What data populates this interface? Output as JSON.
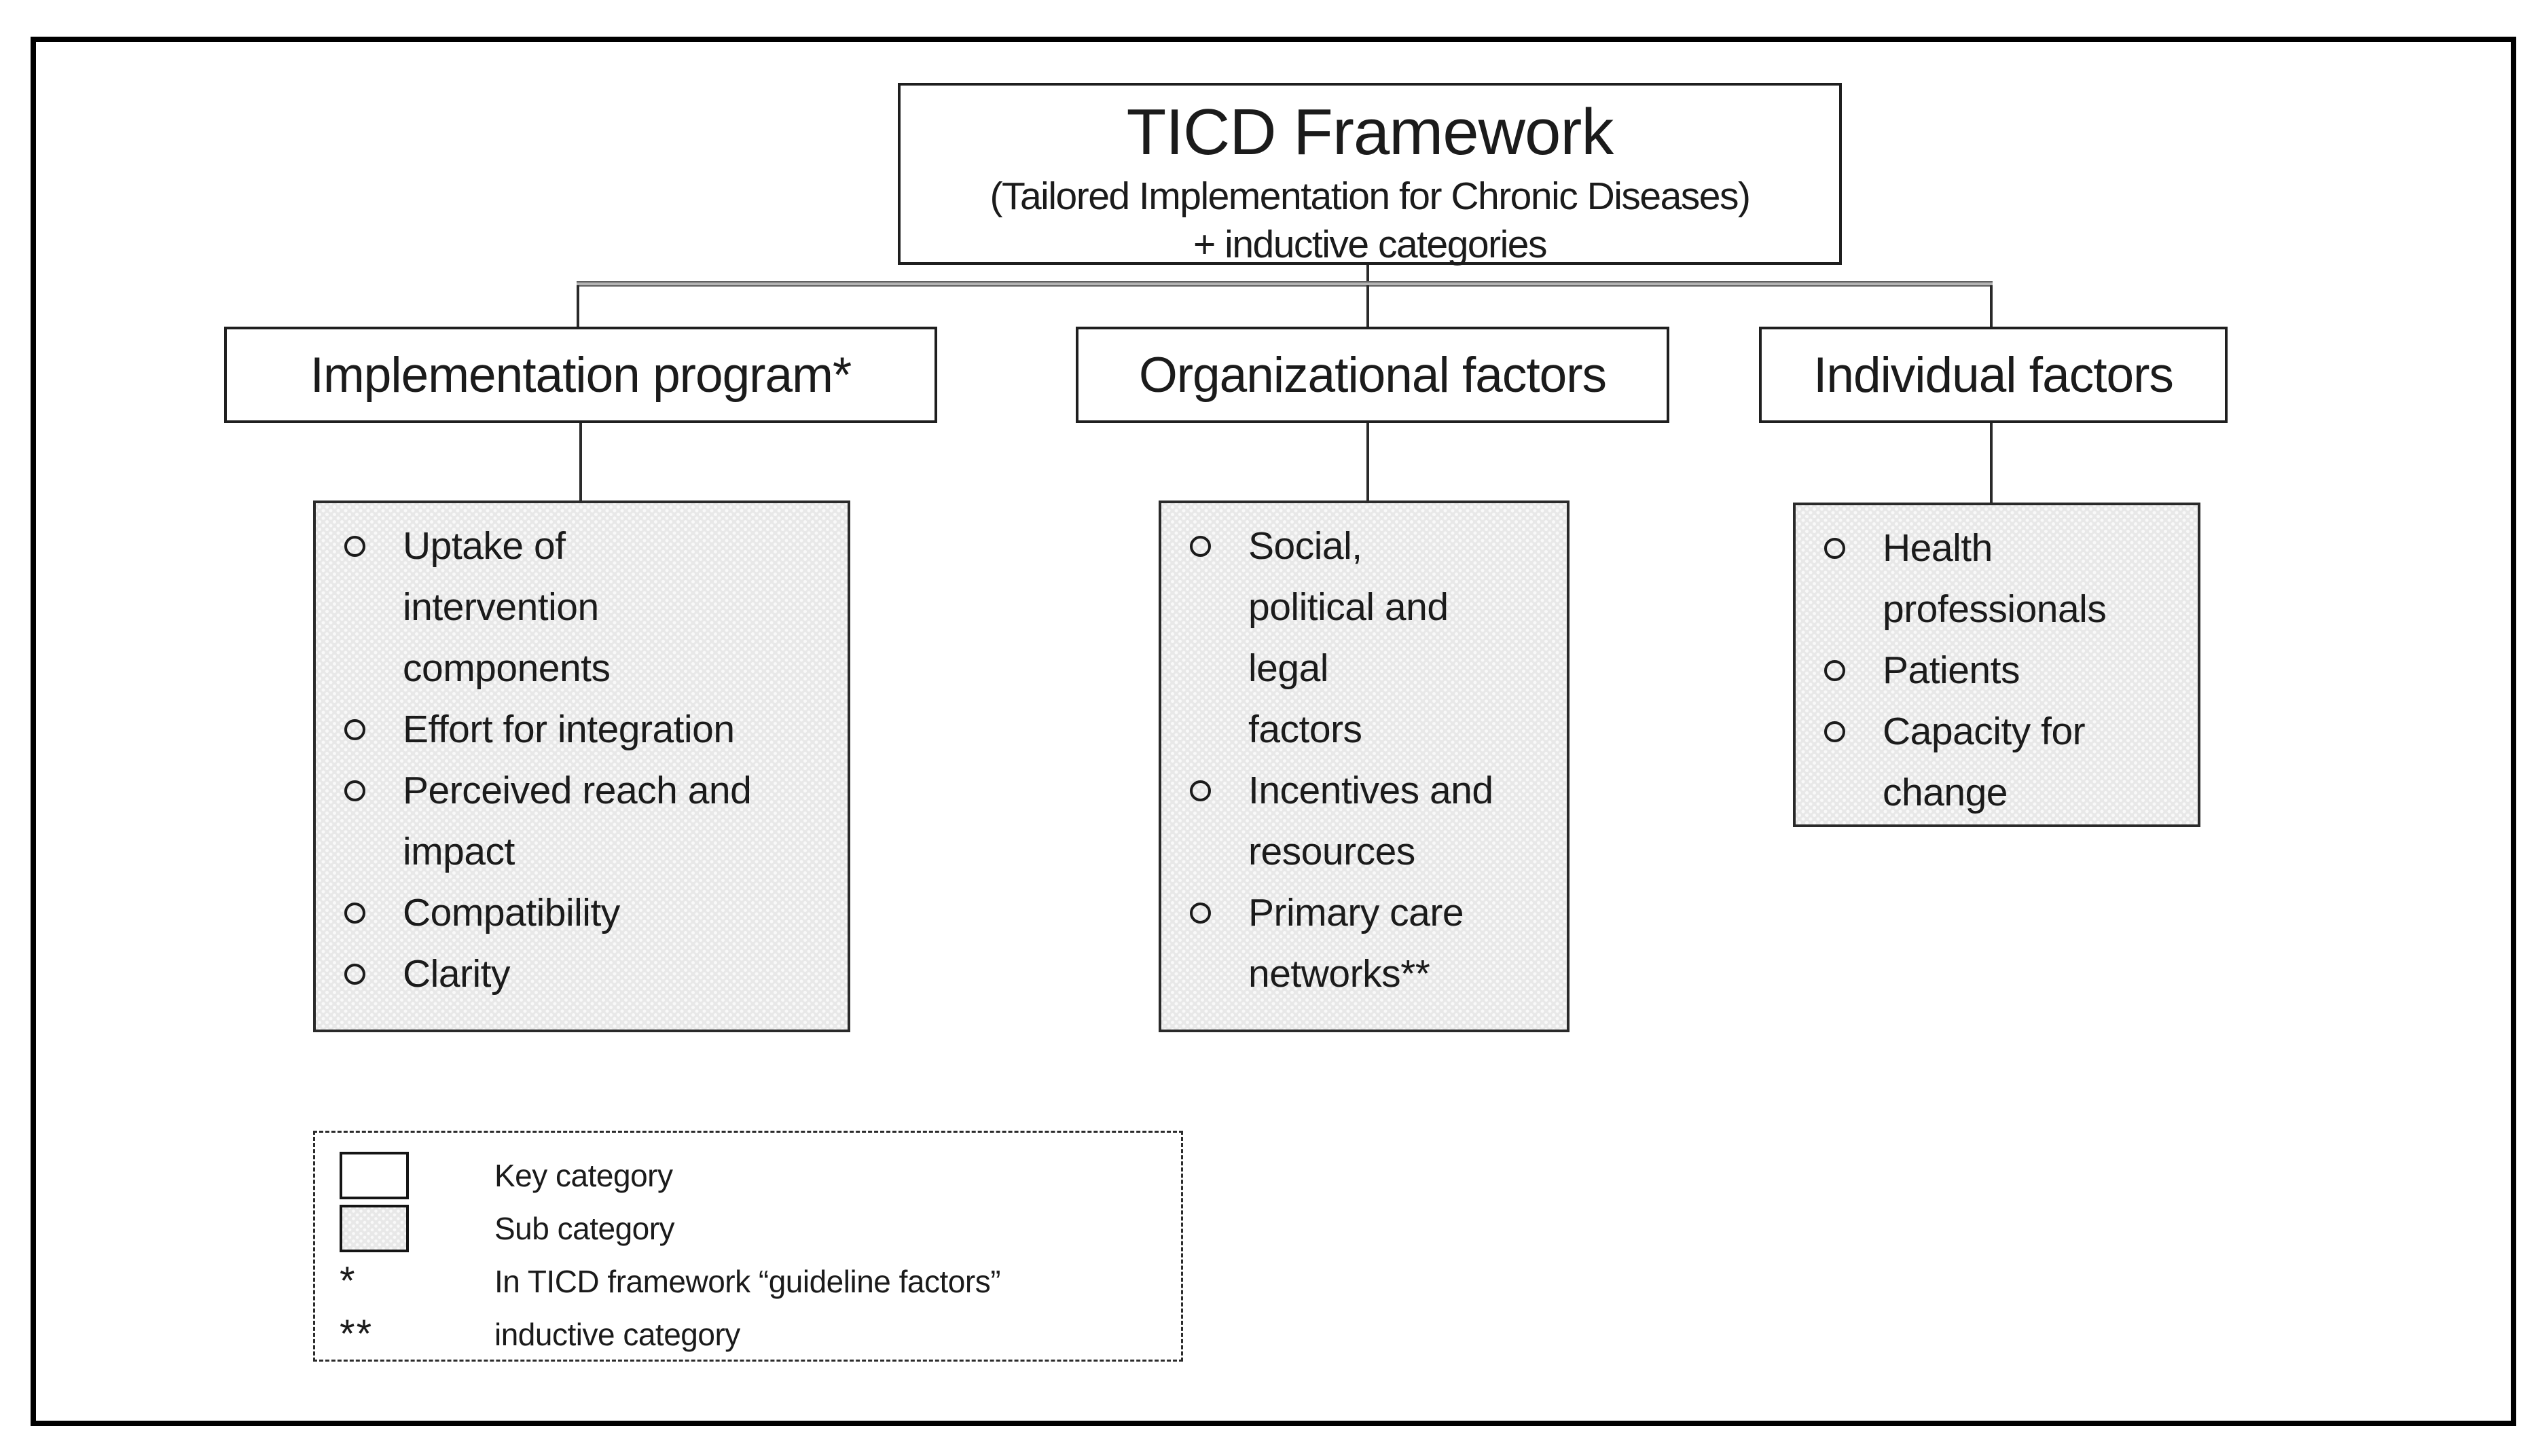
{
  "root_box": {
    "title": "TICD Framework",
    "subtitle_line1": "(Tailored Implementation for Chronic Diseases)",
    "subtitle_line2": "+ inductive categories"
  },
  "branches": [
    {
      "label": "Implementation program*",
      "items": [
        "Uptake of\nintervention\ncomponents",
        "Effort for integration",
        "Perceived reach and\nimpact",
        "Compatibility",
        "Clarity"
      ]
    },
    {
      "label": "Organizational factors",
      "items": [
        "Social,\npolitical and\nlegal\nfactors",
        "Incentives and\nresources",
        "Primary care\nnetworks**"
      ]
    },
    {
      "label": "Individual factors",
      "items": [
        "Health\nprofessionals",
        "Patients",
        "Capacity for\nchange"
      ]
    }
  ],
  "legend": {
    "key_label": "Key category",
    "sub_label": "Sub category",
    "asterisk_symbol": "*",
    "asterisk_label": "In TICD framework “guideline factors”",
    "double_asterisk_symbol": "**",
    "double_asterisk_label": "inductive category"
  },
  "style_notes": {
    "bullet_icon": "hollow-circle",
    "key_category_fill": "#ffffff",
    "sub_category_fill": "#e8e8e8",
    "border_color": "#000000"
  }
}
